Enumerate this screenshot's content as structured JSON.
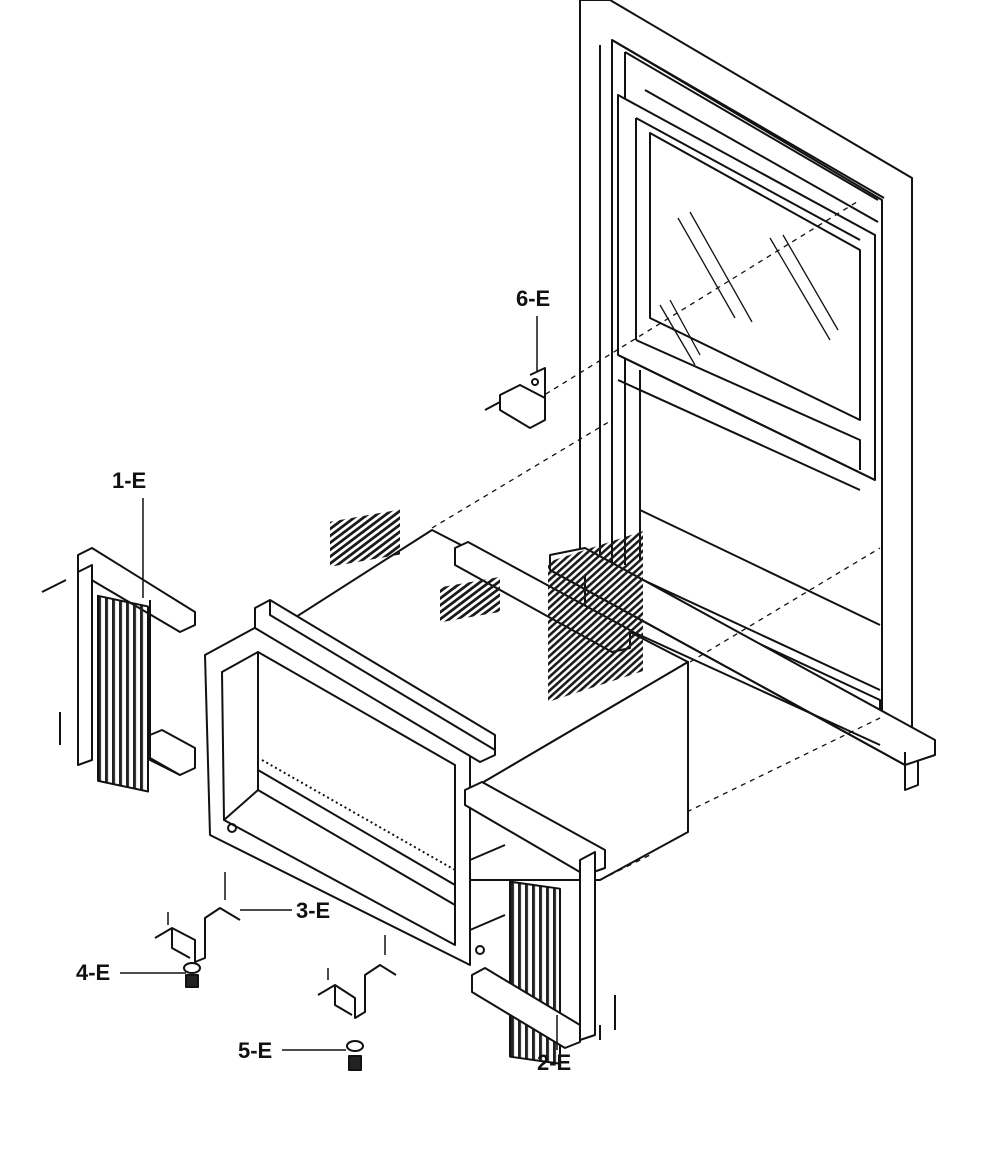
{
  "labels": {
    "part_1": "1-E",
    "part_2": "2-E",
    "part_3": "3-E",
    "part_4": "4-E",
    "part_5": "5-E",
    "part_6": "6-E"
  },
  "colors": {
    "line": "#111111",
    "paper": "#ffffff",
    "vent": "#1a1a1a"
  }
}
